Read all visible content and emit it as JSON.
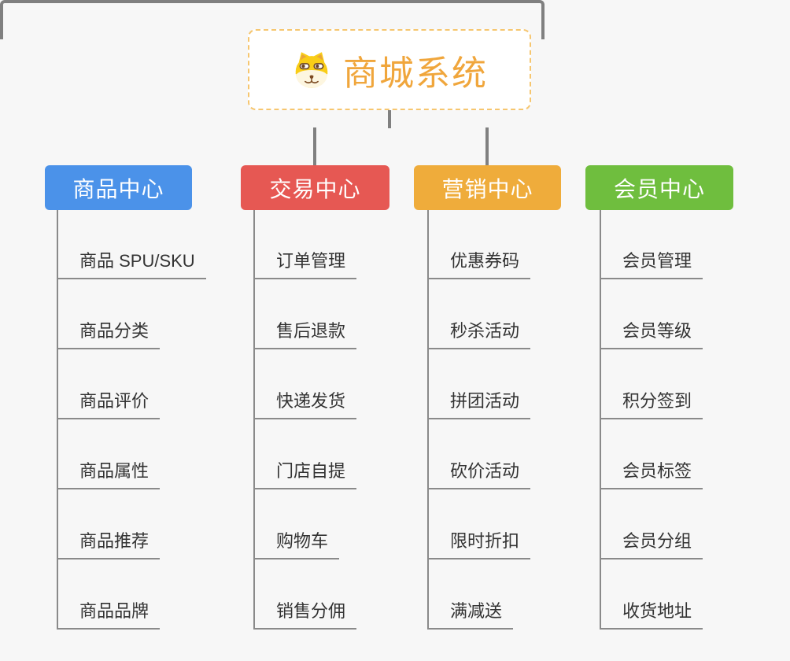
{
  "canvas": {
    "background": "#f7f7f7",
    "connector_color": "#808080",
    "leaf_line_color": "#8a8a8a",
    "leaf_text_color": "#333333"
  },
  "root": {
    "label": "商城系统",
    "icon": "dog-face-icon",
    "text_color": "#f0a63c",
    "border_color": "#f6c66f",
    "background": "#ffffff"
  },
  "branches": [
    {
      "label": "商品中心",
      "color": "#4b92e9",
      "children": [
        "商品 SPU/SKU",
        "商品分类",
        "商品评价",
        "商品属性",
        "商品推荐",
        "商品品牌"
      ]
    },
    {
      "label": "交易中心",
      "color": "#e65853",
      "children": [
        "订单管理",
        "售后退款",
        "快递发货",
        "门店自提",
        "购物车",
        "销售分佣"
      ]
    },
    {
      "label": "营销中心",
      "color": "#efac3b",
      "children": [
        "优惠券码",
        "秒杀活动",
        "拼团活动",
        "砍价活动",
        "限时折扣",
        "满减送"
      ]
    },
    {
      "label": "会员中心",
      "color": "#6fbe3e",
      "children": [
        "会员管理",
        "会员等级",
        "积分签到",
        "会员标签",
        "会员分组",
        "收货地址"
      ]
    }
  ]
}
